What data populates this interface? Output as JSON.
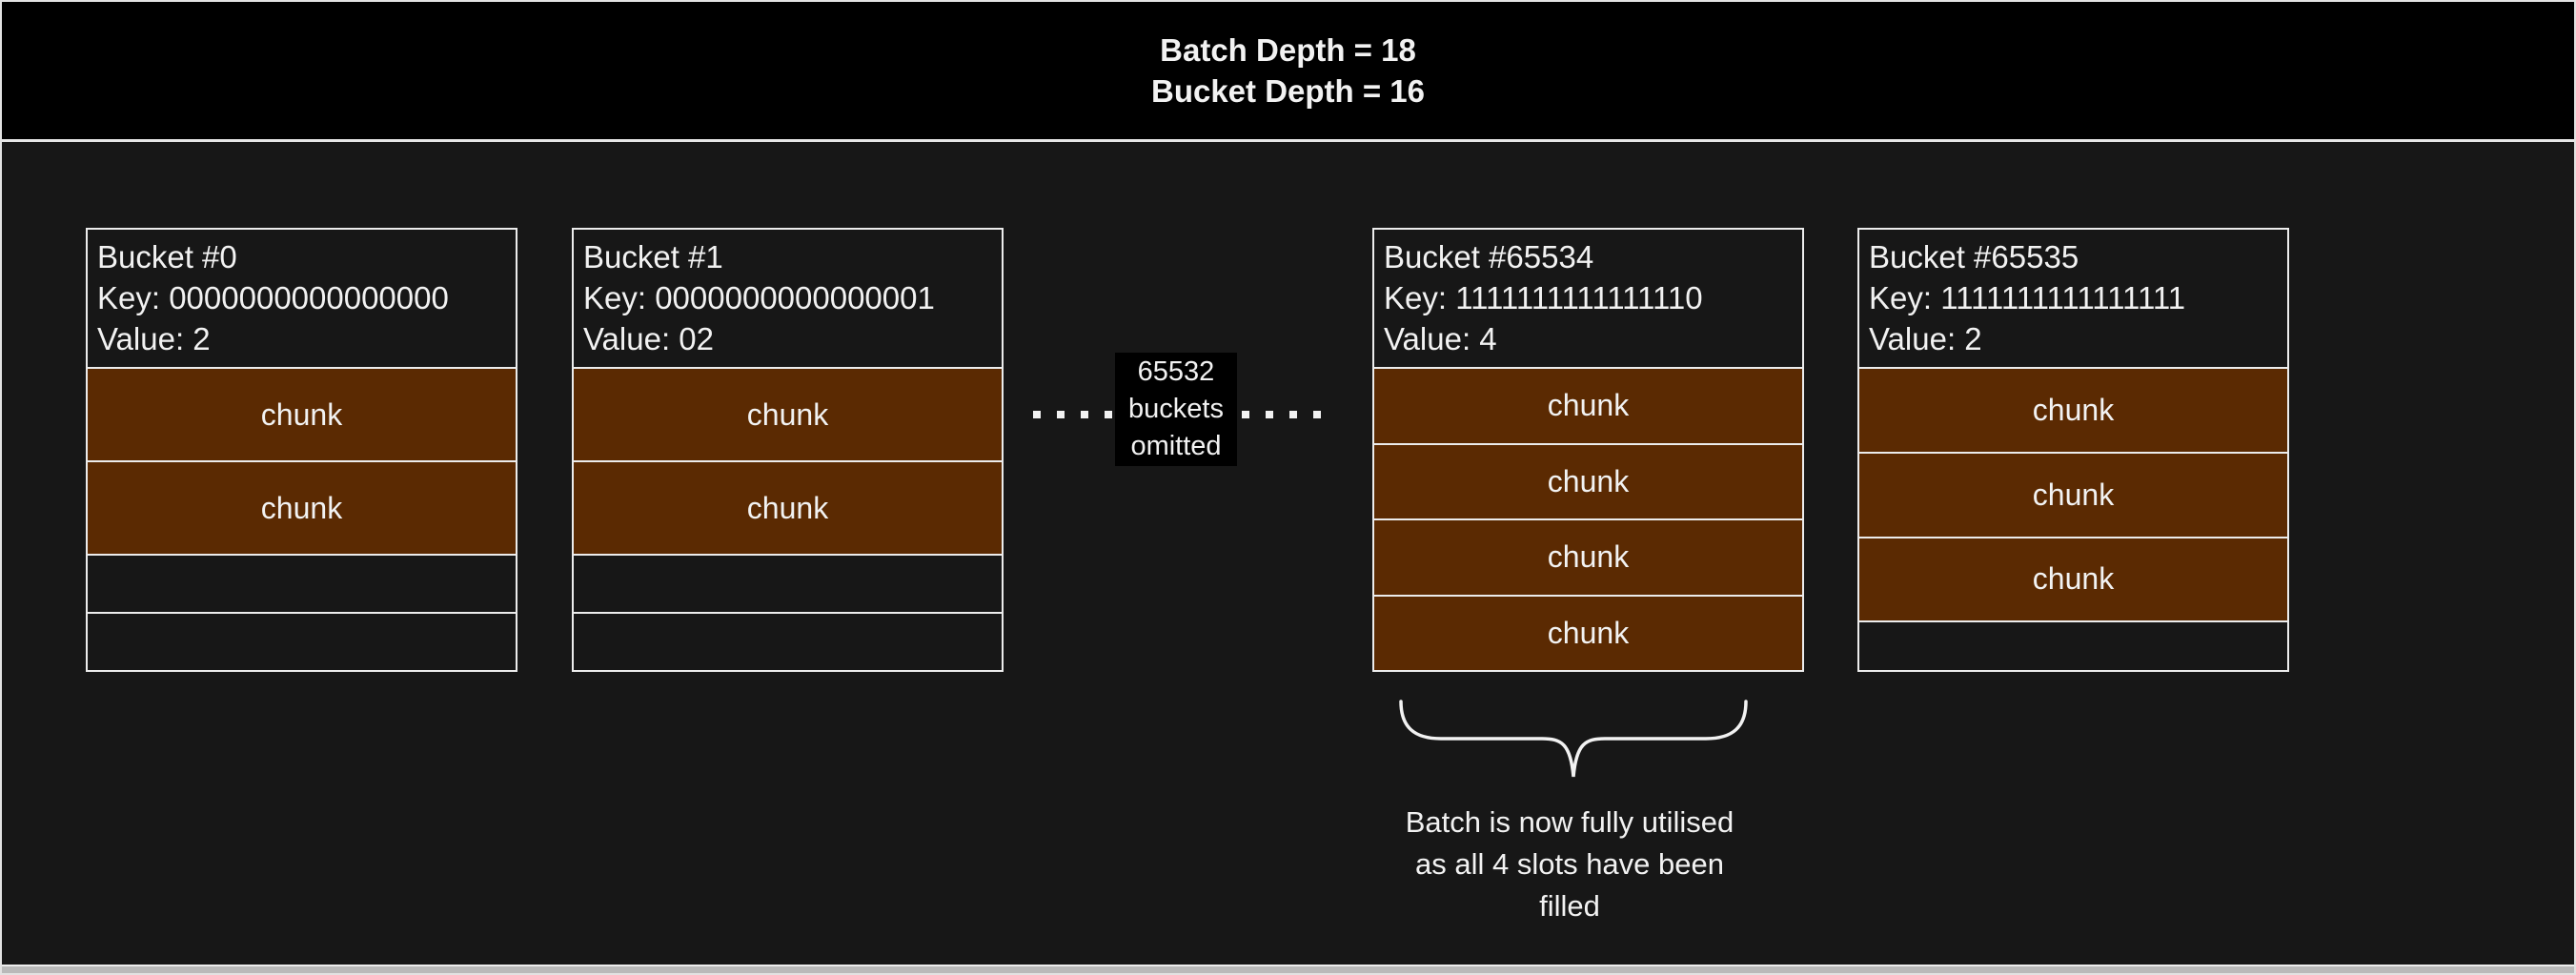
{
  "header": {
    "line1": "Batch Depth = 18",
    "line2": "Bucket Depth = 16"
  },
  "buckets": [
    {
      "title": "Bucket #0",
      "key_label": "Key: 0000000000000000",
      "value_label": "Value: 2",
      "slots": [
        "chunk",
        "chunk",
        "",
        ""
      ]
    },
    {
      "title": "Bucket #1",
      "key_label": "Key: 0000000000000001",
      "value_label": "Value: 02",
      "slots": [
        "chunk",
        "chunk",
        "",
        ""
      ]
    },
    {
      "title": "Bucket #65534",
      "key_label": "Key: 1111111111111110",
      "value_label": "Value: 4",
      "slots": [
        "chunk",
        "chunk",
        "chunk",
        "chunk"
      ]
    },
    {
      "title": "Bucket #65535",
      "key_label": "Key: 1111111111111111",
      "value_label": "Value: 2",
      "slots": [
        "chunk",
        "chunk",
        "chunk",
        ""
      ]
    }
  ],
  "omitted": {
    "lines": [
      "65532",
      "buckets",
      "omitted"
    ]
  },
  "annotation": {
    "lines": [
      "Batch is now fully utilised",
      "as all 4 slots have been",
      "filled"
    ]
  },
  "colors": {
    "page_bg": "#171717",
    "header_bg": "#000000",
    "chunk_fill": "#5B2A02",
    "border": "#ECECEC",
    "text": "#F2F2F2",
    "dot": "#F2F2F2",
    "brace": "#F2F2F2",
    "bottom_strip": "#B9B9B9"
  }
}
